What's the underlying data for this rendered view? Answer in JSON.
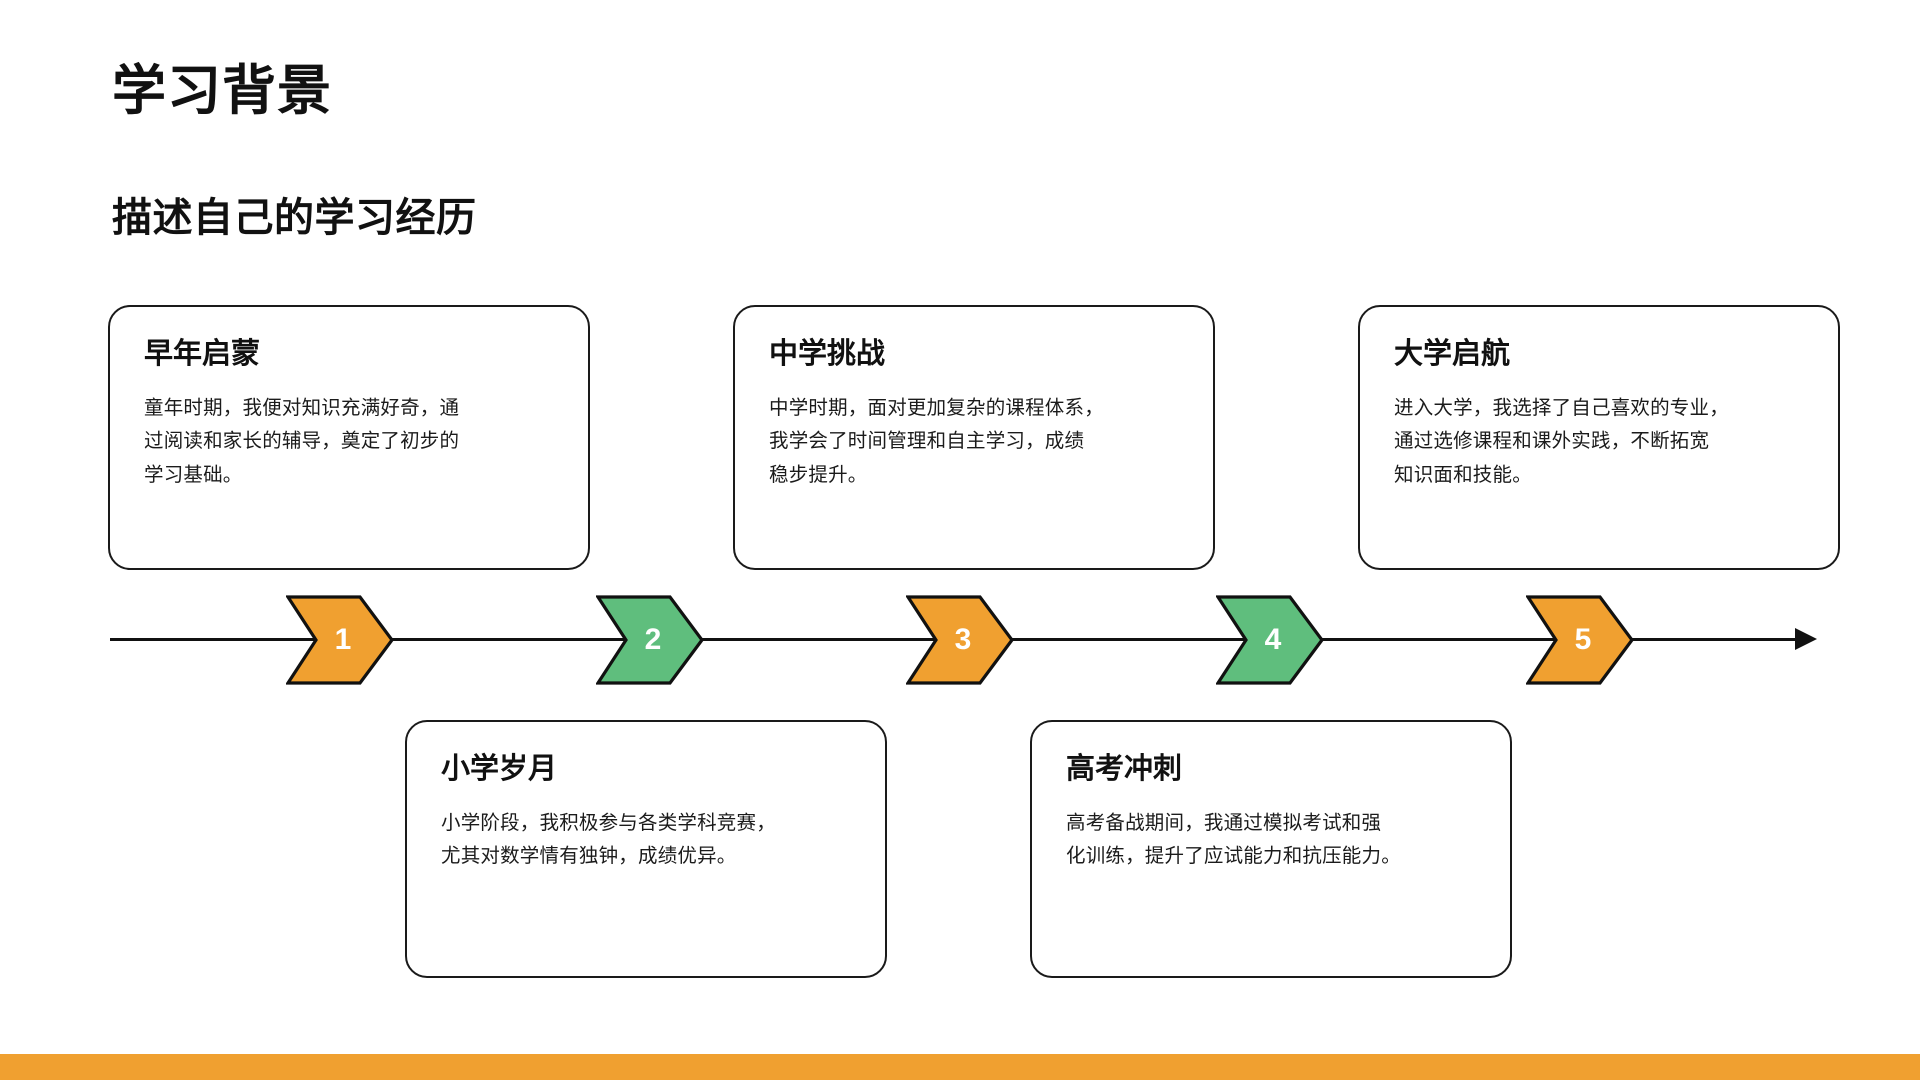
{
  "slide": {
    "title": "学习背景",
    "subtitle": "描述自己的学习经历",
    "accent_orange": "#F0A030",
    "accent_green": "#5FBE7D",
    "outline_color": "#1a1a1a",
    "background": "#ffffff"
  },
  "timeline": {
    "markers": [
      {
        "number": "1",
        "color": "#F0A030"
      },
      {
        "number": "2",
        "color": "#5FBE7D"
      },
      {
        "number": "3",
        "color": "#F0A030"
      },
      {
        "number": "4",
        "color": "#5FBE7D"
      },
      {
        "number": "5",
        "color": "#F0A030"
      }
    ]
  },
  "cards_top": [
    {
      "title": "早年启蒙",
      "body": "童年时期，我便对知识充满好奇，通\n过阅读和家长的辅导，奠定了初步的\n学习基础。"
    },
    {
      "title": "中学挑战",
      "body": "中学时期，面对更加复杂的课程体系，\n我学会了时间管理和自主学习，成绩\n稳步提升。"
    },
    {
      "title": "大学启航",
      "body": "进入大学，我选择了自己喜欢的专业，\n通过选修课程和课外实践，不断拓宽\n知识面和技能。"
    }
  ],
  "cards_bottom": [
    {
      "title": "小学岁月",
      "body": "小学阶段，我积极参与各类学科竞赛，\n尤其对数学情有独钟，成绩优异。"
    },
    {
      "title": "高考冲刺",
      "body": "高考备战期间，我通过模拟考试和强\n化训练，提升了应试能力和抗压能力。"
    }
  ]
}
